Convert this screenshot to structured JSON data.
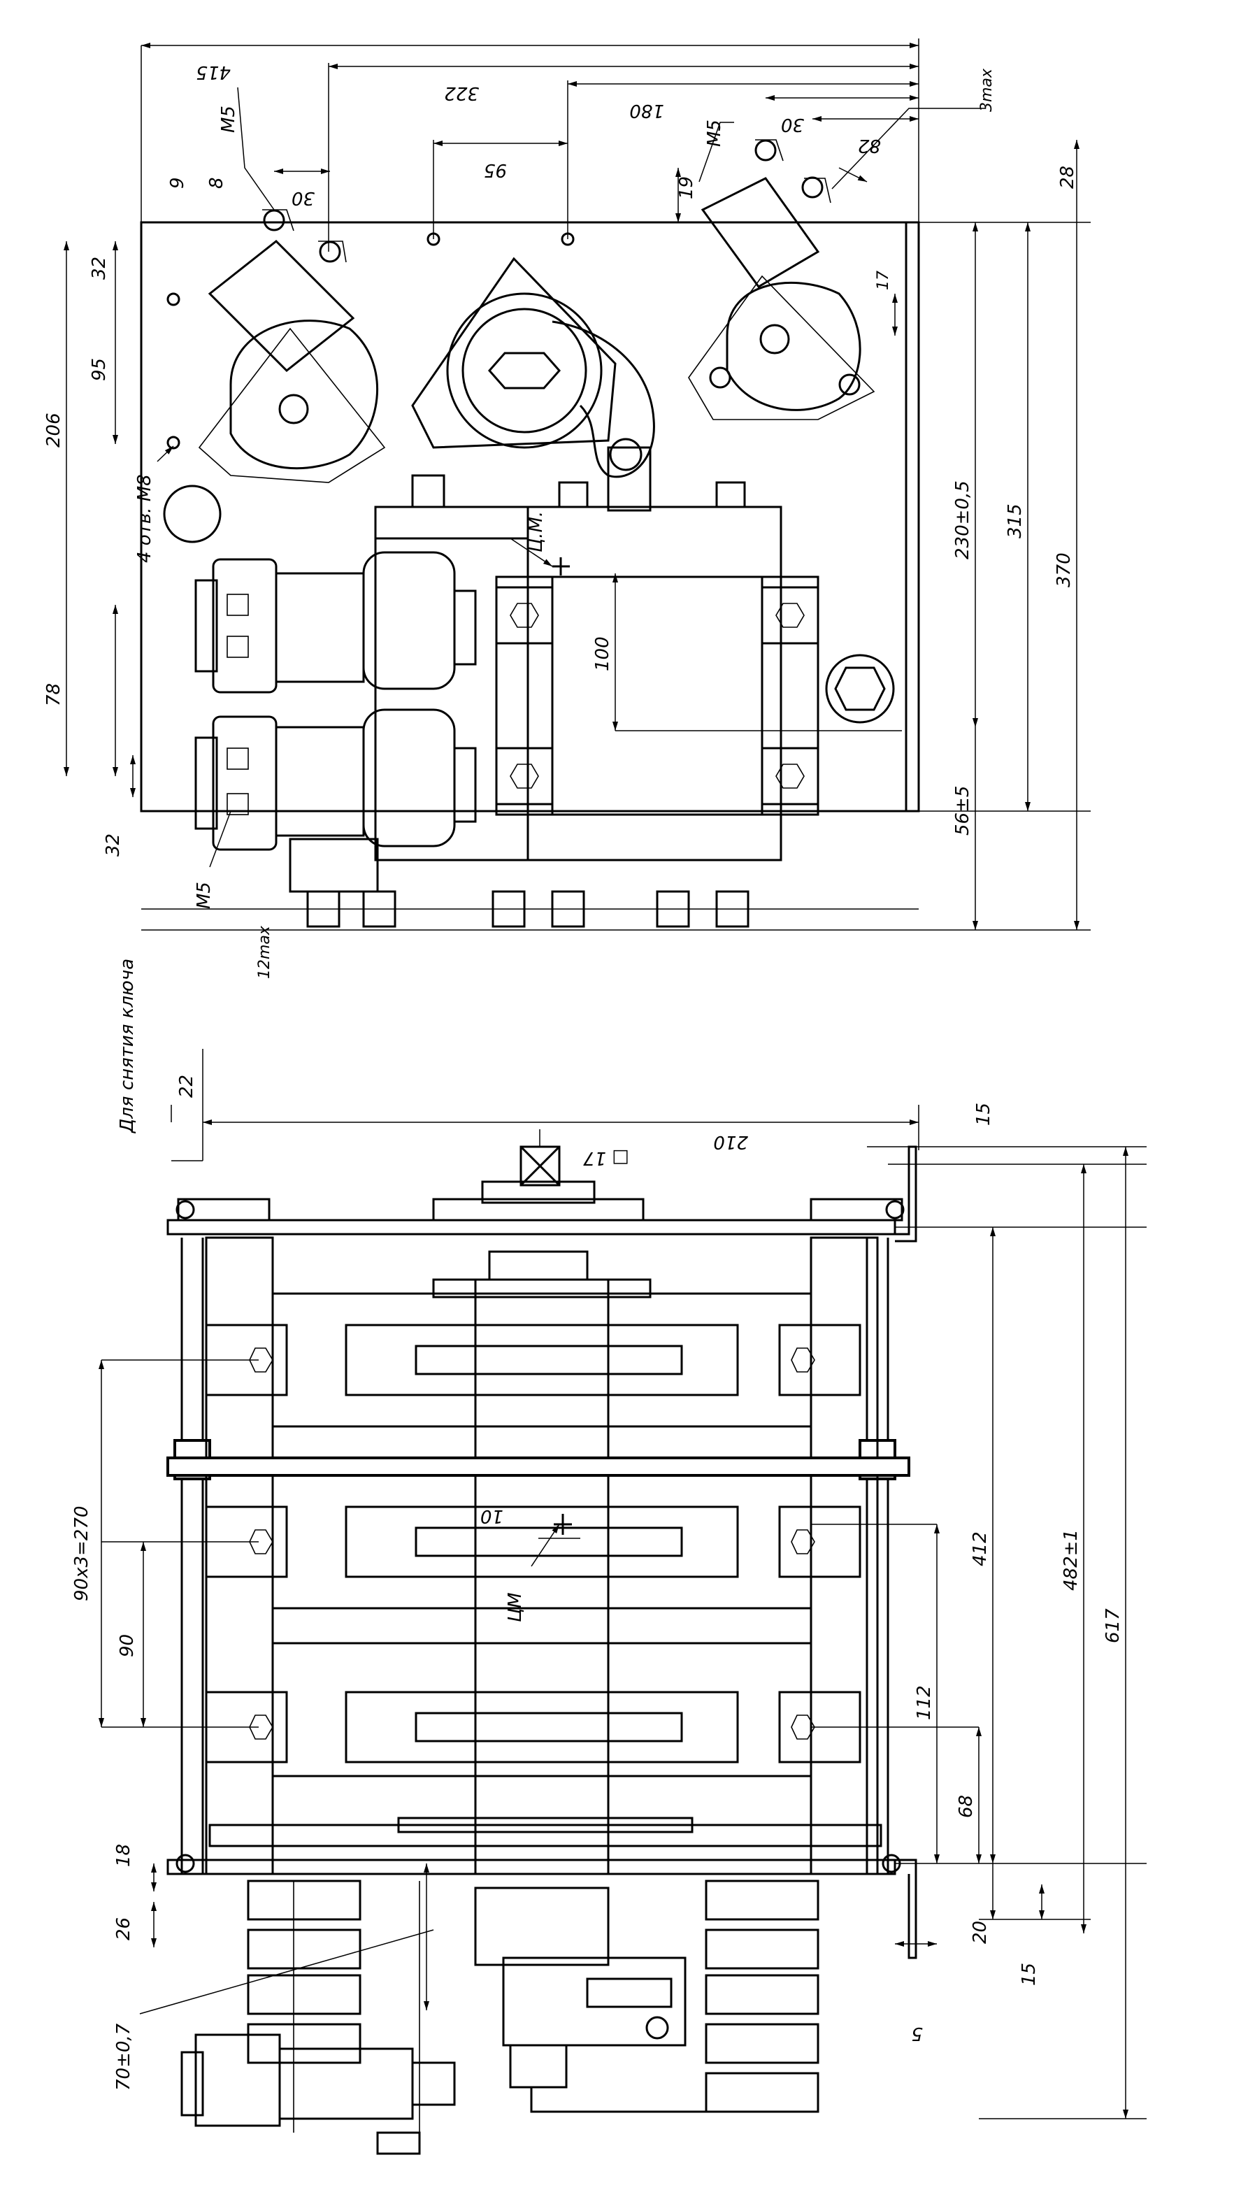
{
  "top_view": {
    "dims": {
      "d415": "415",
      "d322": "322",
      "d180": "180",
      "d95top": "95",
      "d30a": "30",
      "d30b": "30",
      "d9": "9",
      "d8": "8",
      "d19": "19",
      "d82": "82",
      "d28": "28",
      "d3max": "3max",
      "d17": "17",
      "d32a": "32",
      "d95left": "95",
      "d206": "206",
      "d78": "78",
      "d32b": "32",
      "d12max": "12max",
      "d230": "230±0,5",
      "d315": "315",
      "d370": "370",
      "d56": "56±5",
      "d100": "100",
      "m5a": "М5",
      "m5b": "М5",
      "m5c": "М5",
      "holes": "4 отв. М8",
      "cm": "Ц.М."
    }
  },
  "side_view": {
    "dims": {
      "d22": "22",
      "d210": "210",
      "d17sq": "□ 17",
      "d15a": "15",
      "d10": "10",
      "cm": "ЦМ",
      "d90x3": "90х3=270",
      "d90": "90",
      "d412": "412",
      "d482": "482±1",
      "d617": "617",
      "d112": "112",
      "d68": "68",
      "d18": "18",
      "d26": "26",
      "d70": "70±0,7",
      "d20": "20",
      "d15b": "15",
      "d5": "5"
    },
    "note": "Для снятия ключа"
  }
}
